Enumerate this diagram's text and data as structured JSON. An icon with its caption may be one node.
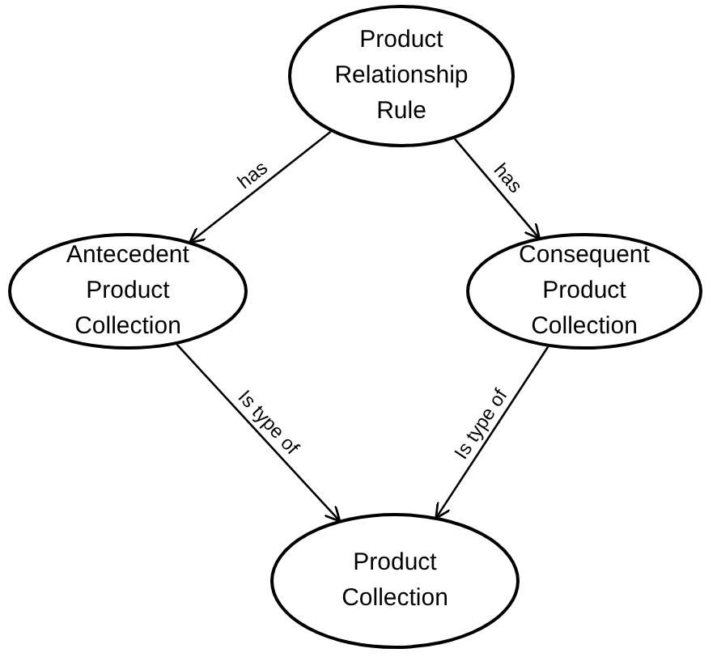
{
  "diagram": {
    "nodes": [
      {
        "text": [
          "Product Relationship Rule"
        ]
      },
      {
        "text": [
          "Antecedent Product Collection"
        ]
      },
      {
        "text": [
          "Consequent Product Collection"
        ]
      },
      {
        "text": [
          "Product Collection"
        ]
      }
    ],
    "edges": [
      {
        "from": 0,
        "to": 1,
        "arrow": "to",
        "label": "has"
      },
      {
        "from": 0,
        "to": 2,
        "arrow": "to",
        "label": "has"
      },
      {
        "from": 1,
        "to": 3,
        "arrow": "to",
        "label": "Is type of"
      },
      {
        "from": 2,
        "to": 3,
        "arrow": "to",
        "label": "Is type of"
      }
    ]
  }
}
